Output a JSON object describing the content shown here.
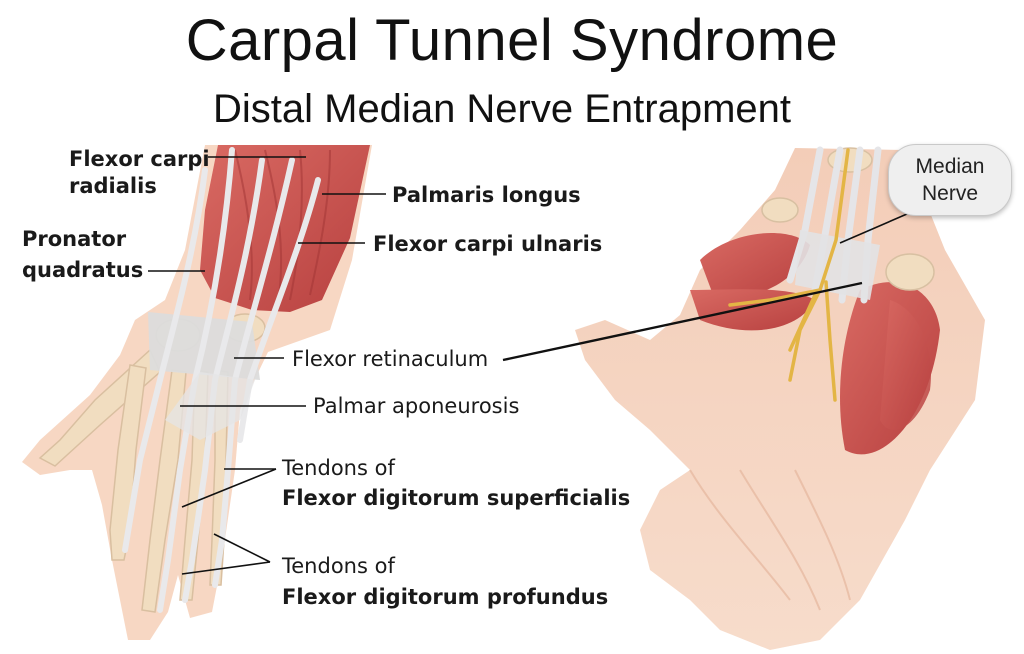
{
  "header": {
    "title": "Carpal Tunnel Syndrome",
    "subtitle": "Distal Median Nerve Entrapment"
  },
  "labels": {
    "flexor_carpi_radialis_1": "Flexor carpi",
    "flexor_carpi_radialis_2": "radialis",
    "pronator_quadratus_1": "Pronator",
    "pronator_quadratus_2": "quadratus",
    "palmaris_longus": "Palmaris longus",
    "flexor_carpi_ulnaris": "Flexor carpi ulnaris",
    "flexor_retinaculum": "Flexor retinaculum",
    "palmar_aponeurosis": "Palmar aponeurosis",
    "fds_line1": "Tendons of",
    "fds_line2": "Flexor digitorum superficialis",
    "fdp_line1": "Tendons of",
    "fdp_line2": "Flexor digitorum profundus",
    "median_nerve_1": "Median",
    "median_nerve_2": "Nerve"
  },
  "colors": {
    "skin": "#f6d3bd",
    "muscle": "#c9514f",
    "tendon": "#e8e8ea",
    "nerve": "#e6b84a",
    "bone": "#f1ddc0"
  }
}
